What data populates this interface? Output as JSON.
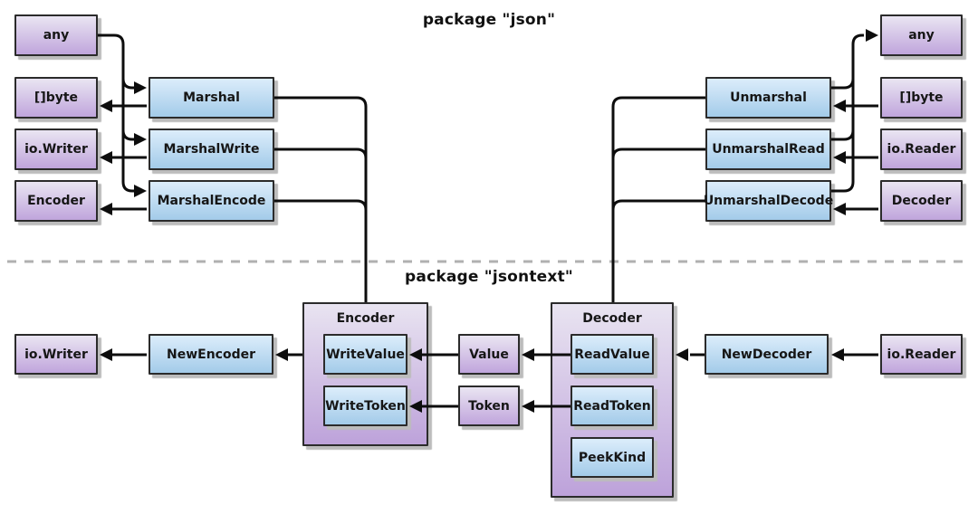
{
  "titles": {
    "json": "package \"json\"",
    "jsontext": "package \"jsontext\""
  },
  "nodes": {
    "any_left": "any",
    "byte_left": "[]byte",
    "io_writer_json": "io.Writer",
    "encoder_json": "Encoder",
    "marshal": "Marshal",
    "marshal_write": "MarshalWrite",
    "marshal_encode": "MarshalEncode",
    "unmarshal": "Unmarshal",
    "unmarshal_read": "UnmarshalRead",
    "unmarshal_decode": "UnmarshalDecode",
    "any_right": "any",
    "byte_right": "[]byte",
    "io_reader_json": "io.Reader",
    "decoder_json": "Decoder",
    "io_writer_jsontext": "io.Writer",
    "new_encoder": "NewEncoder",
    "encoder_container": "Encoder",
    "write_value": "WriteValue",
    "write_token": "WriteToken",
    "value": "Value",
    "token": "Token",
    "decoder_container": "Decoder",
    "read_value": "ReadValue",
    "read_token": "ReadToken",
    "peek_kind": "PeekKind",
    "new_decoder": "NewDecoder",
    "io_reader_jsontext": "io.Reader"
  },
  "edges": [
    {
      "from": "any (json)",
      "to": "Marshal",
      "arrow": true
    },
    {
      "from": "any (json)",
      "to": "MarshalWrite",
      "arrow": true
    },
    {
      "from": "any (json)",
      "to": "MarshalEncode",
      "arrow": true
    },
    {
      "from": "Marshal",
      "to": "[]byte (json)",
      "arrow": true
    },
    {
      "from": "MarshalWrite",
      "to": "io.Writer (json)",
      "arrow": true
    },
    {
      "from": "MarshalEncode",
      "to": "Encoder (json)",
      "arrow": true
    },
    {
      "from": "Marshal",
      "to": "Encoder (jsontext)",
      "arrow": false
    },
    {
      "from": "MarshalWrite",
      "to": "Encoder (jsontext)",
      "arrow": false
    },
    {
      "from": "MarshalEncode",
      "to": "Encoder (jsontext)",
      "arrow": false
    },
    {
      "from": "[]byte (json right)",
      "to": "Unmarshal",
      "arrow": true
    },
    {
      "from": "io.Reader (json)",
      "to": "UnmarshalRead",
      "arrow": true
    },
    {
      "from": "Decoder (json)",
      "to": "UnmarshalDecode",
      "arrow": true
    },
    {
      "from": "Unmarshal",
      "to": "any (json right)",
      "arrow": true
    },
    {
      "from": "UnmarshalRead",
      "to": "any (json right)",
      "arrow": true
    },
    {
      "from": "UnmarshalDecode",
      "to": "any (json right)",
      "arrow": true
    },
    {
      "from": "Unmarshal",
      "to": "Decoder (jsontext)",
      "arrow": false
    },
    {
      "from": "UnmarshalRead",
      "to": "Decoder (jsontext)",
      "arrow": false
    },
    {
      "from": "UnmarshalDecode",
      "to": "Decoder (jsontext)",
      "arrow": false
    },
    {
      "from": "Encoder (jsontext)",
      "to": "NewEncoder",
      "arrow": true
    },
    {
      "from": "NewEncoder",
      "to": "io.Writer (jsontext)",
      "arrow": true
    },
    {
      "from": "Value",
      "to": "WriteValue",
      "arrow": true
    },
    {
      "from": "Token",
      "to": "WriteToken",
      "arrow": true
    },
    {
      "from": "ReadValue",
      "to": "Value",
      "arrow": true
    },
    {
      "from": "ReadToken",
      "to": "Token",
      "arrow": true
    },
    {
      "from": "NewDecoder",
      "to": "Decoder (jsontext)",
      "arrow": true
    },
    {
      "from": "io.Reader (jsontext)",
      "to": "NewDecoder",
      "arrow": true
    }
  ],
  "colors": {
    "purple_top": "#eae5f2",
    "purple_bottom": "#c0a5dc",
    "blue_top": "#dcedfb",
    "blue_bottom": "#a3cbe9",
    "border": "#2b2b2b",
    "shadow": "#bcbcbc",
    "connector": "#0d0d0d",
    "dashed_divider": "#b0b0b0",
    "background": "#ffffff"
  }
}
